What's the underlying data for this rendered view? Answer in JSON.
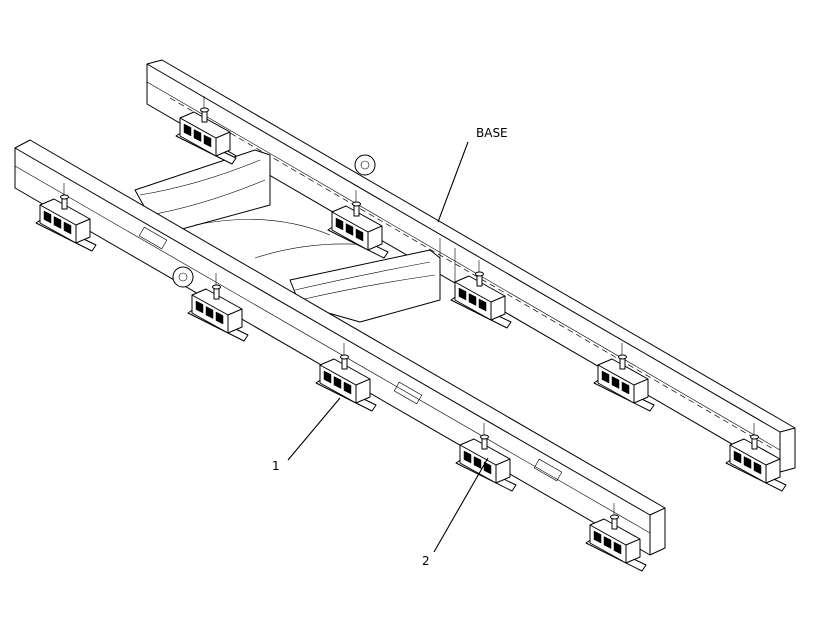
{
  "callouts": {
    "base_label": "BASE",
    "item_1": "1",
    "item_2": "2"
  },
  "colors": {
    "line": "#000000",
    "background": "#ffffff"
  }
}
